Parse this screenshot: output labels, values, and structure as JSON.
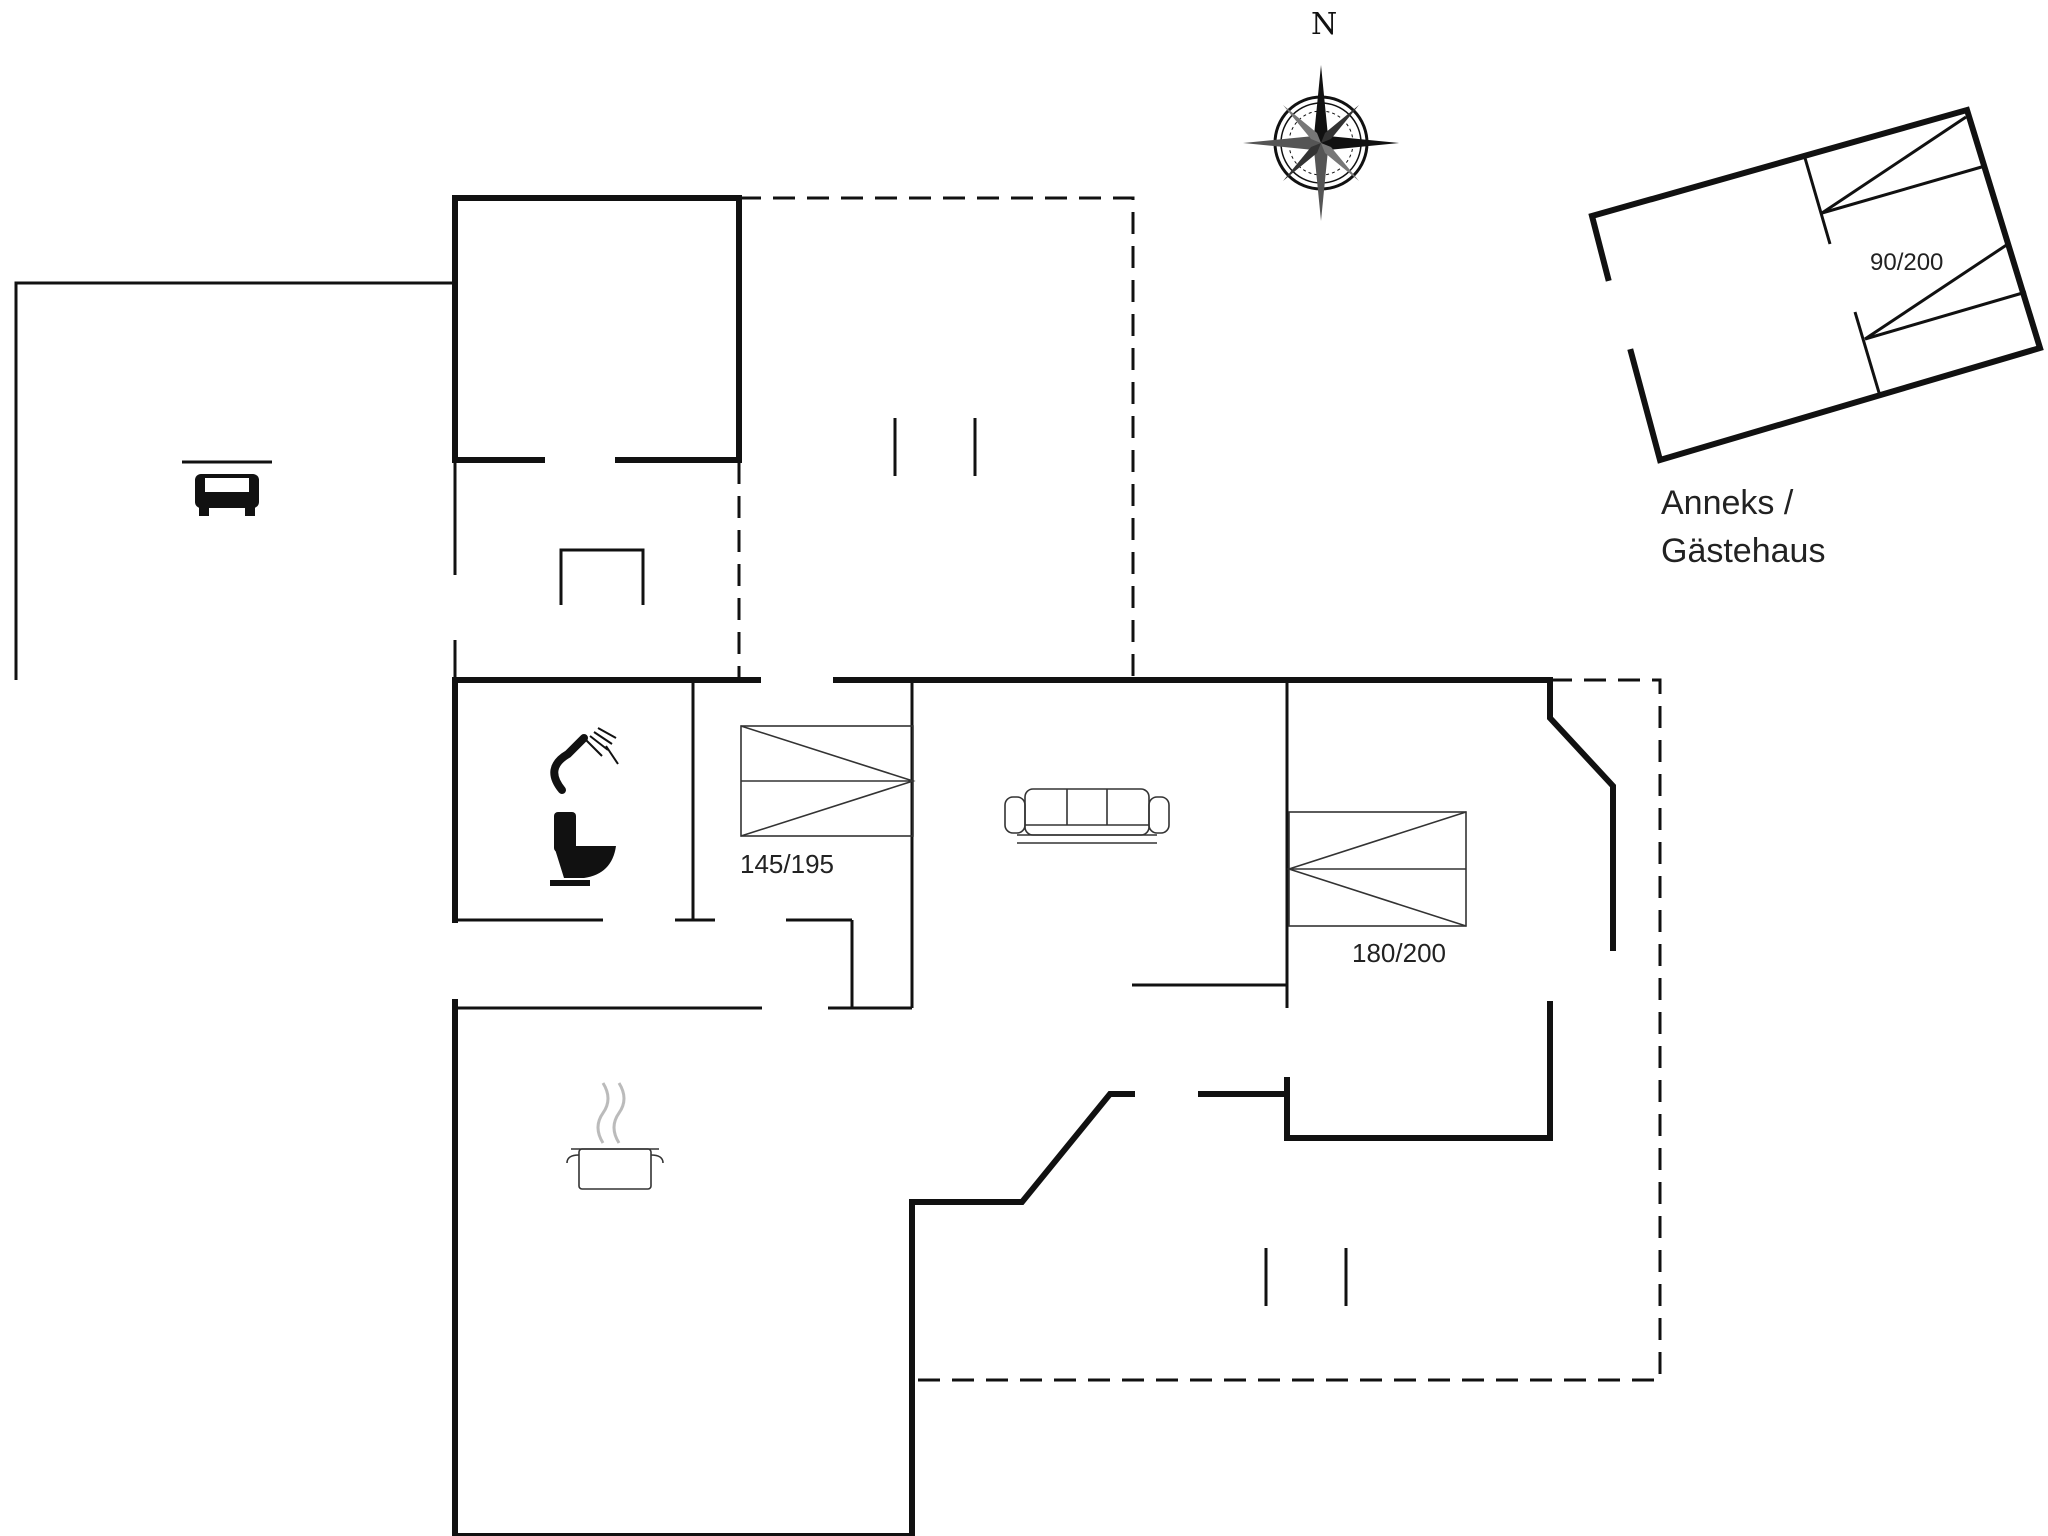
{
  "compass": {
    "north_label": "N"
  },
  "bed_labels": {
    "bed_1": "145/195",
    "bed_2": "180/200",
    "annex_bed": "90/200"
  },
  "annex": {
    "label_line1": "Anneks /",
    "label_line2": "Gästehaus"
  },
  "icons": [
    "car-icon",
    "shower-icon",
    "toilet-icon",
    "sofa-icon",
    "cooking-pot-icon",
    "compass-rose-icon"
  ],
  "colors": {
    "line": "#111111",
    "background": "#ffffff"
  }
}
